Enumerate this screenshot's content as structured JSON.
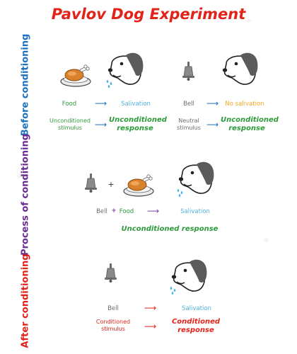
{
  "title": "Pavlov Dog Experiment",
  "sections": {
    "before": {
      "label": "Before conditioning",
      "color": "#1e73be",
      "food": "Food",
      "salivation": "Salivation",
      "bell": "Bell",
      "no_salivation": "No salivation",
      "unconditioned_stimulus": [
        "Unconditioned",
        "stimulus"
      ],
      "unconditioned_response": [
        "Unconditioned",
        "response"
      ],
      "neutral_stimulus": [
        "Neutral",
        "stimulus"
      ]
    },
    "process": {
      "label": "Process of conditioning",
      "color": "#6a2c91",
      "plus": "+",
      "bell": "Bell",
      "plus_bold": "+",
      "food": "Food",
      "salivation": "Salivation",
      "unconditioned_response": "Unconditioned response"
    },
    "after": {
      "label": "After conditioning",
      "color": "#e2231a",
      "bell": "Bell",
      "salivation": "Salivation",
      "conditioned_stimulus": [
        "Conditioned",
        "stimulus"
      ],
      "conditioned_response": [
        "Conditioned",
        "response"
      ]
    }
  },
  "colors": {
    "title": "#e2231a",
    "green": "#2e9b3a",
    "cyan": "#4fb3e0",
    "orange": "#f5a623",
    "gray": "#6d6d6d",
    "blue": "#1e73be",
    "purple": "#7b3fa0",
    "red": "#e2231a"
  },
  "icons": [
    "dog-head-icon",
    "food-bowl-icon",
    "bell-icon",
    "arrow-right-icon"
  ]
}
